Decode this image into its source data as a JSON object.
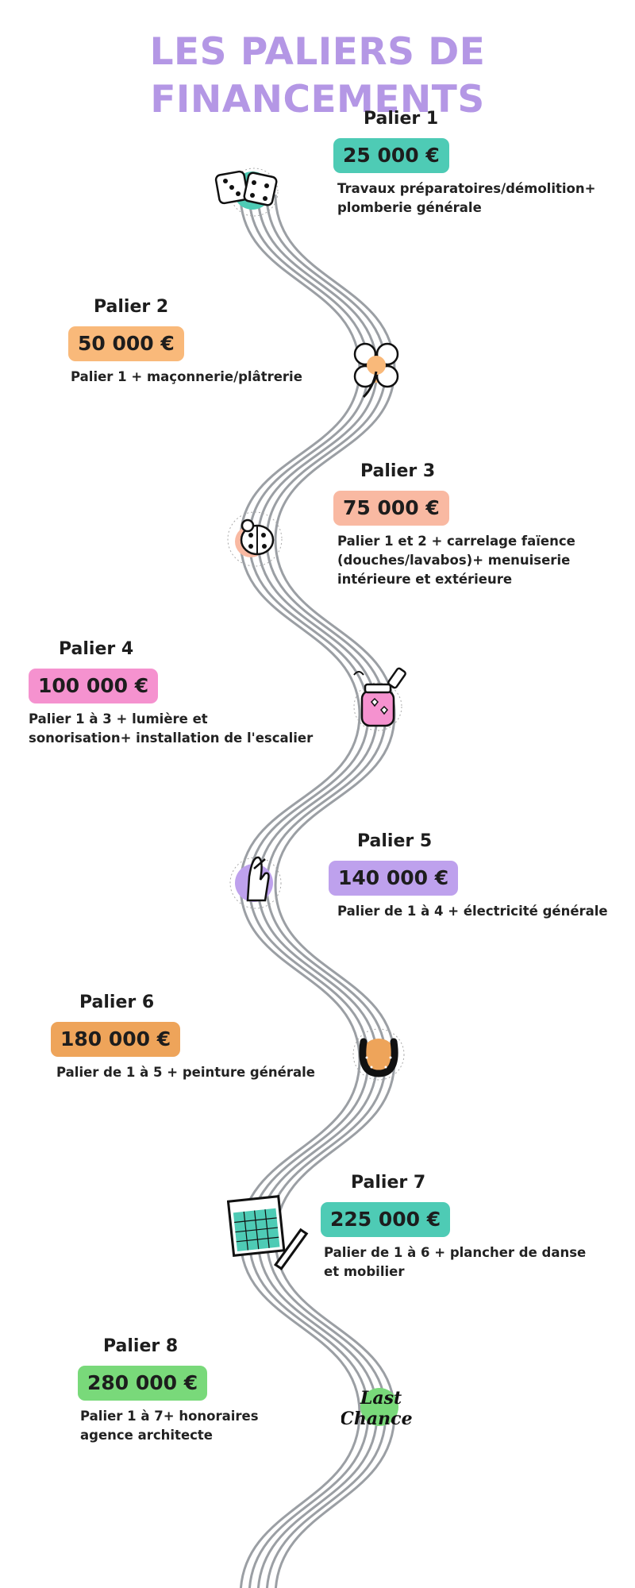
{
  "title": "LES PALIERS DE FINANCEMENTS",
  "title_color": "#b497e5",
  "road_color": "#9b9fa4",
  "tiers": [
    {
      "label": "Palier 1",
      "amount": "25 000 €",
      "color": "#4ecbb5",
      "icon": "dice-icon",
      "description": "Travaux préparatoires/démolition+ plomberie générale"
    },
    {
      "label": "Palier 2",
      "amount": "50 000 €",
      "color": "#f9b97a",
      "icon": "clover-icon",
      "description": "Palier 1 + maçonnerie/plâtrerie"
    },
    {
      "label": "Palier 3",
      "amount": "75 000 €",
      "color": "#f9b9a2",
      "icon": "ladybug-icon",
      "description": "Palier 1 et 2 + carrelage faïence (douches/lavabos)+ menuiserie intérieure et extérieure"
    },
    {
      "label": "Palier 4",
      "amount": "100 000 €",
      "color": "#f592cf",
      "icon": "heart-jar-icon",
      "description": "Palier 1 à 3 + lumière et sonorisation+ installation de l'escalier"
    },
    {
      "label": "Palier 5",
      "amount": "140 000 €",
      "color": "#bea1ed",
      "icon": "crossed-fingers-icon",
      "description": "Palier de 1 à 4 + électricité générale"
    },
    {
      "label": "Palier 6",
      "amount": "180 000 €",
      "color": "#eea45a",
      "icon": "horseshoe-icon",
      "description": "Palier de 1 à 5 + peinture générale"
    },
    {
      "label": "Palier 7",
      "amount": "225 000 €",
      "color": "#4ecbb5",
      "icon": "bingo-card-icon",
      "description": "Palier de 1 à 6 + plancher de danse et mobilier"
    },
    {
      "label": "Palier 8",
      "amount": "280 000 €",
      "color": "#79d97a",
      "icon": "last-chance-icon",
      "description": "Palier 1 à 7+ honoraires agence architecte",
      "icon_text": "Last Chance"
    }
  ]
}
